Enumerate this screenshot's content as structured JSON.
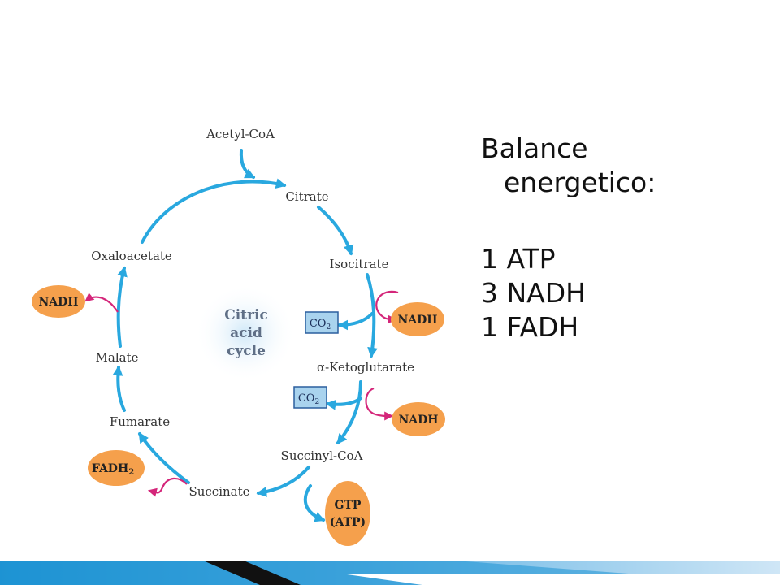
{
  "diagram": {
    "center_label": [
      "Citric",
      "acid",
      "cycle"
    ],
    "metabolites": {
      "acetyl_coa": "Acetyl-CoA",
      "citrate": "Citrate",
      "isocitrate": "Isocitrate",
      "ketoglutarate": "α-Ketoglutarate",
      "succinyl_coa": "Succinyl-CoA",
      "succinate": "Succinate",
      "fumarate": "Fumarate",
      "malate": "Malate",
      "oxaloacetate": "Oxaloacetate"
    },
    "products": {
      "nadh_1": "NADH",
      "nadh_2": "NADH",
      "nadh_3": "NADH",
      "co2_1": "CO",
      "co2_2": "CO",
      "co2_sub": "2",
      "fadh": "FADH",
      "fadh_sub": "2",
      "gtp": "GTP",
      "atp": "(ATP)"
    },
    "colors": {
      "cycle_arrow": "#29a8df",
      "side_arrow": "#d4267a",
      "oval_fill": "#f5a04c",
      "co2_fill": "#a9d3ee",
      "co2_stroke": "#2b5f9e"
    }
  },
  "balance": {
    "heading_line1": "Balance",
    "heading_line2": "energetico:",
    "items": [
      "1 ATP",
      "3 NADH",
      "1 FADH"
    ]
  },
  "footer": {
    "band_colors": [
      "#1e93d3",
      "#8fc7ea",
      "#111111"
    ]
  }
}
